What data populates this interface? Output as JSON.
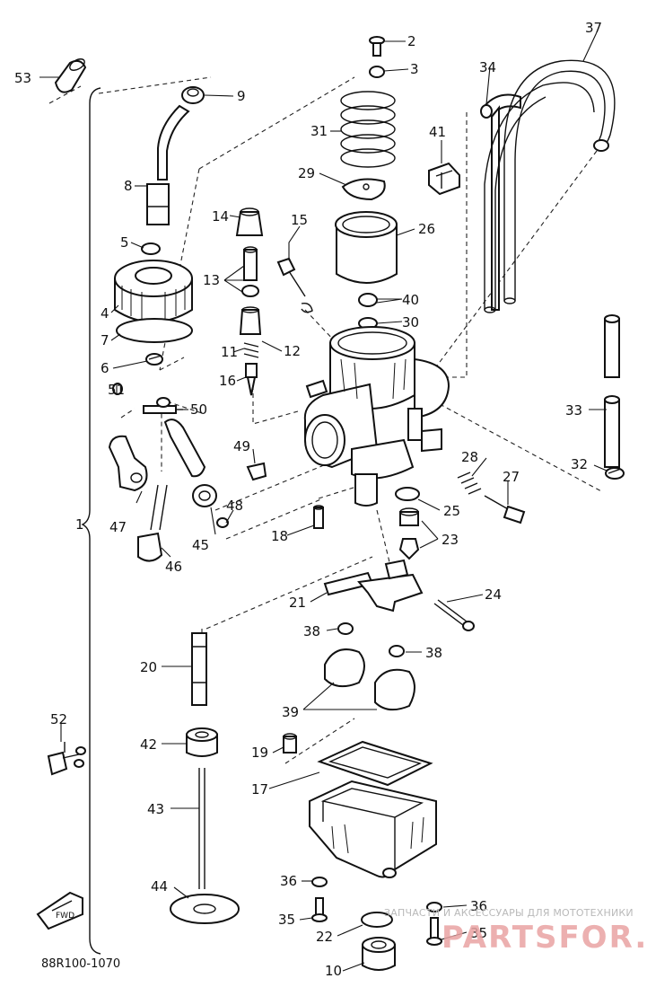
{
  "diagram": {
    "drawing_code": "88R100-1070",
    "watermark_line1": "ЗАПЧАСТИ И АКСЕССУАРЫ ДЛЯ МОТОТЕХНИКИ",
    "watermark_line2": "PARTSFOR.RU",
    "front_arrow_label": "FWD",
    "assembly_label": "1",
    "callouts": [
      "2",
      "3",
      "4",
      "5",
      "6",
      "7",
      "8",
      "9",
      "10",
      "11",
      "12",
      "13",
      "14",
      "15",
      "16",
      "17",
      "18",
      "19",
      "20",
      "21",
      "22",
      "23",
      "24",
      "25",
      "26",
      "27",
      "28",
      "29",
      "30",
      "31",
      "32",
      "33",
      "34",
      "35",
      "35",
      "36",
      "36",
      "37",
      "38",
      "38",
      "39",
      "40",
      "41",
      "42",
      "43",
      "44",
      "45",
      "46",
      "47",
      "48",
      "49",
      "50",
      "51",
      "52",
      "53"
    ]
  }
}
